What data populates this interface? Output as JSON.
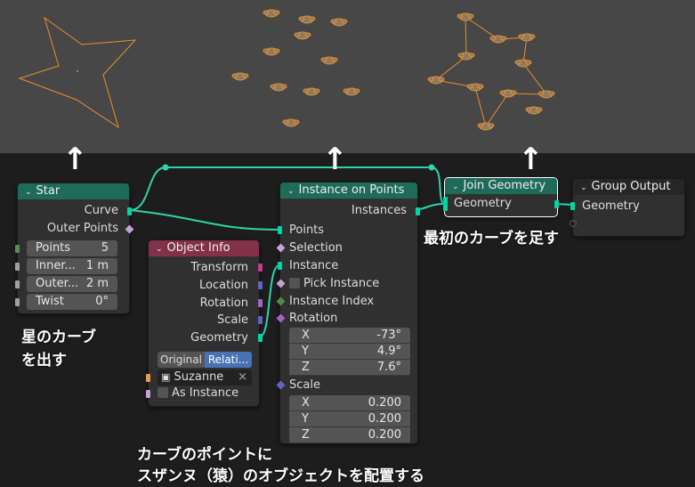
{
  "viewport": {
    "bg": "#474747",
    "curve_color": "#e8902a"
  },
  "nodes": {
    "star": {
      "title": "Star",
      "outputs": [
        "Curve",
        "Outer Points"
      ],
      "fields": [
        {
          "label": "Points",
          "value": "5"
        },
        {
          "label": "Inner...",
          "value": "1 m"
        },
        {
          "label": "Outer...",
          "value": "2 m"
        },
        {
          "label": "Twist",
          "value": "0°"
        }
      ]
    },
    "object_info": {
      "title": "Object Info",
      "outputs": [
        "Transform",
        "Location",
        "Rotation",
        "Scale",
        "Geometry"
      ],
      "mode": [
        "Original",
        "Relati..."
      ],
      "object": "Suzanne",
      "as_instance": "As Instance"
    },
    "instance_on_points": {
      "title": "Instance on Points",
      "output": "Instances",
      "inputs": [
        "Points",
        "Selection",
        "Instance",
        "Pick Instance",
        "Instance Index",
        "Rotation",
        "Scale"
      ],
      "rotation": [
        {
          "axis": "X",
          "value": "-73°"
        },
        {
          "axis": "Y",
          "value": "4.9°"
        },
        {
          "axis": "Z",
          "value": "7.6°"
        }
      ],
      "scale": [
        {
          "axis": "X",
          "value": "0.200"
        },
        {
          "axis": "Y",
          "value": "0.200"
        },
        {
          "axis": "Z",
          "value": "0.200"
        }
      ]
    },
    "join_geometry": {
      "title": "Join Geometry",
      "socket": "Geometry"
    },
    "group_output": {
      "title": "Group Output",
      "socket": "Geometry"
    }
  },
  "annotations": {
    "star_note_1": "星のカーブ",
    "star_note_2": "を出す",
    "join_note": "最初のカーブを足す",
    "iop_note_1": "カーブのポイントに",
    "iop_note_2": "スザンヌ（猿）のオブジェクトを配置する",
    "arrow": "↑"
  },
  "colors": {
    "geometry": "#00d6a3",
    "wire": "#2fd3a9"
  }
}
